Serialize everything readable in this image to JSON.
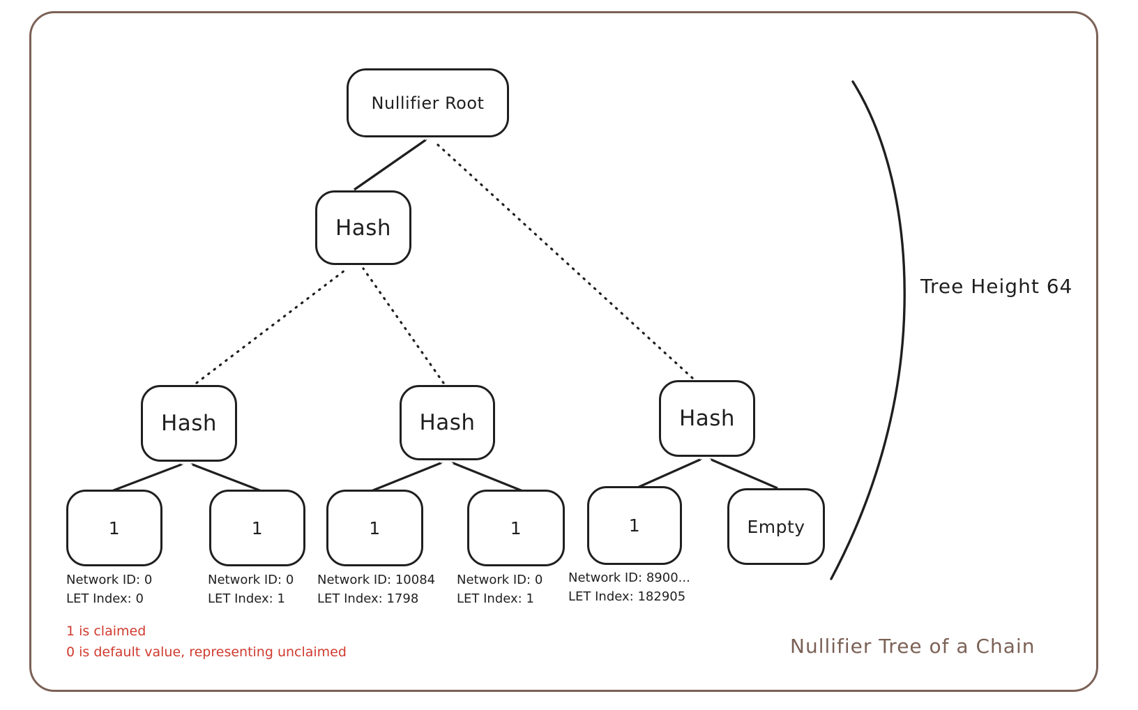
{
  "diagram": {
    "title": "Nullifier Tree of a Chain",
    "colors": {
      "stroke": "#1f1f1f",
      "frame": "#7b6156",
      "legend_red": "#d03a2e",
      "background": "#ffffff"
    },
    "nodes": {
      "root": {
        "label": "Nullifier Root"
      },
      "hash_top": {
        "label": "Hash"
      },
      "hash_left": {
        "label": "Hash"
      },
      "hash_mid": {
        "label": "Hash"
      },
      "hash_right": {
        "label": "Hash"
      },
      "leaves": [
        {
          "label": "1"
        },
        {
          "label": "1"
        },
        {
          "label": "1"
        },
        {
          "label": "1"
        },
        {
          "label": "1"
        },
        {
          "label": "Empty"
        }
      ]
    },
    "leaf_annotations": [
      {
        "line1": "Network ID: 0",
        "line2": "LET Index: 0"
      },
      {
        "line1": "Network ID: 0",
        "line2": "LET Index: 1"
      },
      {
        "line1": "Network ID: 10084",
        "line2": "LET Index: 1798"
      },
      {
        "line1": "Network ID: 0",
        "line2": "LET Index: 1"
      },
      {
        "line1": "Network ID: 8900...",
        "line2": "LET Index: 182905"
      }
    ],
    "legend": {
      "line1": "1 is claimed",
      "line2": "0 is default value, representing unclaimed"
    },
    "annotations": {
      "tree_height": "Tree Height 64",
      "caption": "Nullifier Tree of a Chain"
    }
  }
}
